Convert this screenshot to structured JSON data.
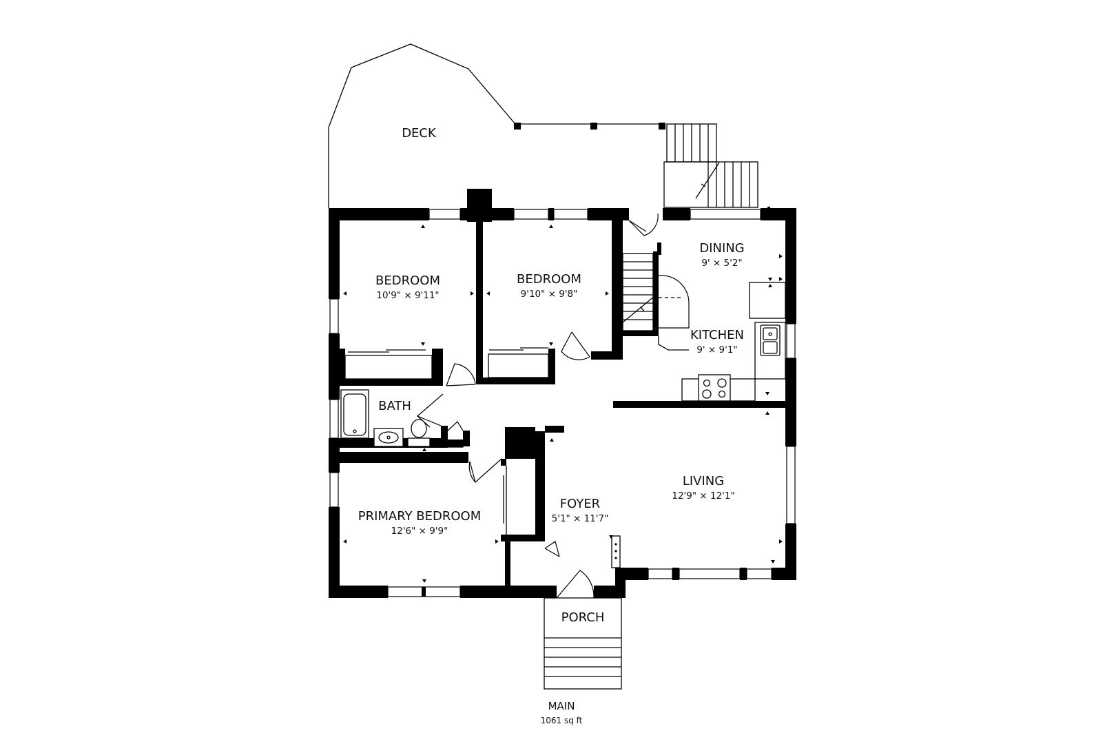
{
  "floor": {
    "name": "MAIN",
    "area": "1061 sq ft"
  },
  "rooms": {
    "deck": {
      "name": "DECK"
    },
    "bedroom_1": {
      "name": "BEDROOM",
      "dims": "10'9\" × 9'11\""
    },
    "bedroom_2": {
      "name": "BEDROOM",
      "dims": "9'10\" × 9'8\""
    },
    "dining": {
      "name": "DINING",
      "dims": "9' × 5'2\""
    },
    "kitchen": {
      "name": "KITCHEN",
      "dims": "9' × 9'1\""
    },
    "bath": {
      "name": "BATH"
    },
    "living": {
      "name": "LIVING",
      "dims": "12'9\" × 12'1\""
    },
    "foyer": {
      "name": "FOYER",
      "dims": "5'1\" × 11'7\""
    },
    "primary_bedroom": {
      "name": "PRIMARY BEDROOM",
      "dims": "12'6\" × 9'9\""
    },
    "porch": {
      "name": "PORCH"
    }
  }
}
